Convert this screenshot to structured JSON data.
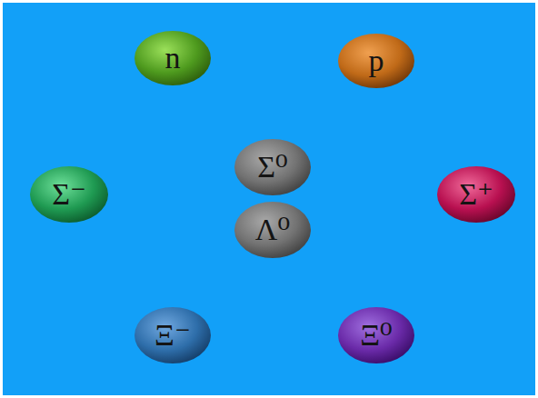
{
  "diagram": {
    "nodes": [
      {
        "text": [
          "n"
        ]
      },
      {
        "text": [
          "p"
        ]
      },
      {
        "text": [
          "Σ⁻"
        ]
      },
      {
        "text": [
          "Σ⁰"
        ]
      },
      {
        "text": [
          "Λ⁰"
        ]
      },
      {
        "text": [
          "Σ⁺"
        ]
      },
      {
        "text": [
          "Ξ⁻"
        ]
      },
      {
        "text": [
          "Ξ⁰"
        ]
      }
    ]
  }
}
